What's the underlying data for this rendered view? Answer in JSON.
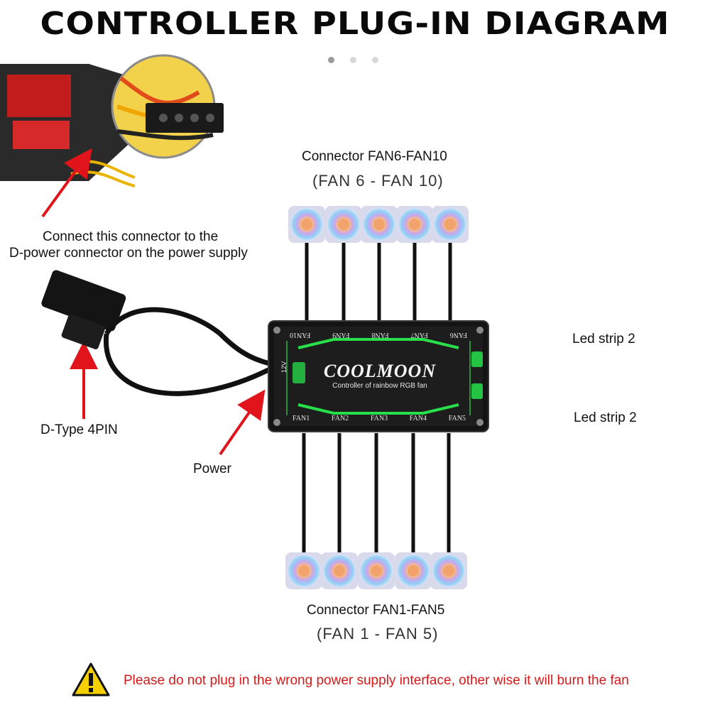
{
  "title": "CONTROLLER PLUG-IN DIAGRAM",
  "carousel": {
    "total": 3,
    "active": 1
  },
  "labels": {
    "top_connector": "Connector FAN6-FAN10",
    "top_connector_sub": "(FAN 6 - FAN 10)",
    "psu_instruction_line1": "Connect this connector to the",
    "psu_instruction_line2": "D-power connector on the power supply",
    "dtype": "D-Type 4PIN",
    "power": "Power",
    "led_strip_top": "Led strip 2",
    "led_strip_bottom": "Led strip 2",
    "bottom_connector": "Connector FAN1-FAN5",
    "bottom_connector_sub": "(FAN 1 - FAN 5)"
  },
  "controller": {
    "brand": "COOLMOON",
    "subtitle": "Controller of rainbow RGB fan",
    "top_ports": [
      "FAN10",
      "FAN9",
      "FAN8",
      "FAN7",
      "FAN6"
    ],
    "bottom_ports": [
      "FAN1",
      "FAN2",
      "FAN3",
      "FAN4",
      "FAN5"
    ],
    "left_port_label": "12V",
    "accent_color": "#27e04a"
  },
  "warning": {
    "icon": "warning-triangle-icon",
    "text": "Please do not plug in the wrong power supply interface, other wise it will burn the fan"
  },
  "colors": {
    "arrow": "#e0141a",
    "warning_text": "#d61a1a",
    "warning_icon": "#f4d000"
  }
}
